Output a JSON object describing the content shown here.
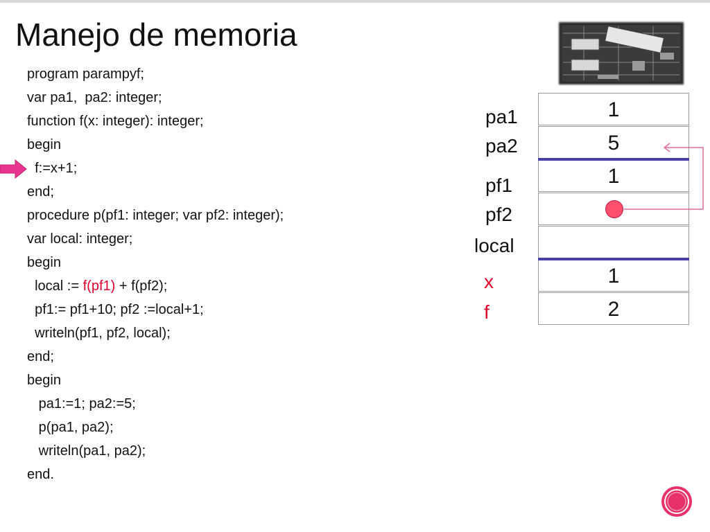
{
  "slide": {
    "title": "Manejo de memoria"
  },
  "code": {
    "lines": [
      "program parampyf;",
      "var pa1,  pa2: integer;",
      "function f(x: integer): integer;",
      "begin",
      "  f:=x+1;",
      "end;",
      "procedure p(pf1: integer; var pf2: integer);",
      "var local: integer;",
      "begin",
      "  local := ",
      "  pf1:= pf1+10; pf2 :=local+1;",
      "  writeln(pf1, pf2, local);",
      "end;",
      "begin",
      "   pa1:=1; pa2:=5;",
      "   p(pa1, pa2);",
      "   writeln(pa1, pa2);",
      "end."
    ],
    "local_line": {
      "prefix": "  local := ",
      "highlight": "f(pf1)",
      "suffix": " + f(pf2);"
    },
    "current_line_index": 4
  },
  "memory": {
    "cells": [
      {
        "label": "pa1",
        "value": "1"
      },
      {
        "label": "pa2",
        "value": "5"
      },
      {
        "label": "pf1",
        "value": "1"
      },
      {
        "label": "pf2",
        "value": ""
      },
      {
        "label": "local",
        "value": ""
      },
      {
        "label": "x",
        "value": "1"
      },
      {
        "label": "f",
        "value": "2"
      }
    ]
  },
  "colors": {
    "accent_red": "#e0002a",
    "pointer_pink": "#e8358f",
    "frame_separator": "#4a3fa8",
    "link_arrow": "#e06a9a"
  },
  "icons": {
    "current_line_pointer": "right-arrow-icon",
    "reference_dot": "reference-dot-icon",
    "nav": "nav-circle-icon"
  }
}
